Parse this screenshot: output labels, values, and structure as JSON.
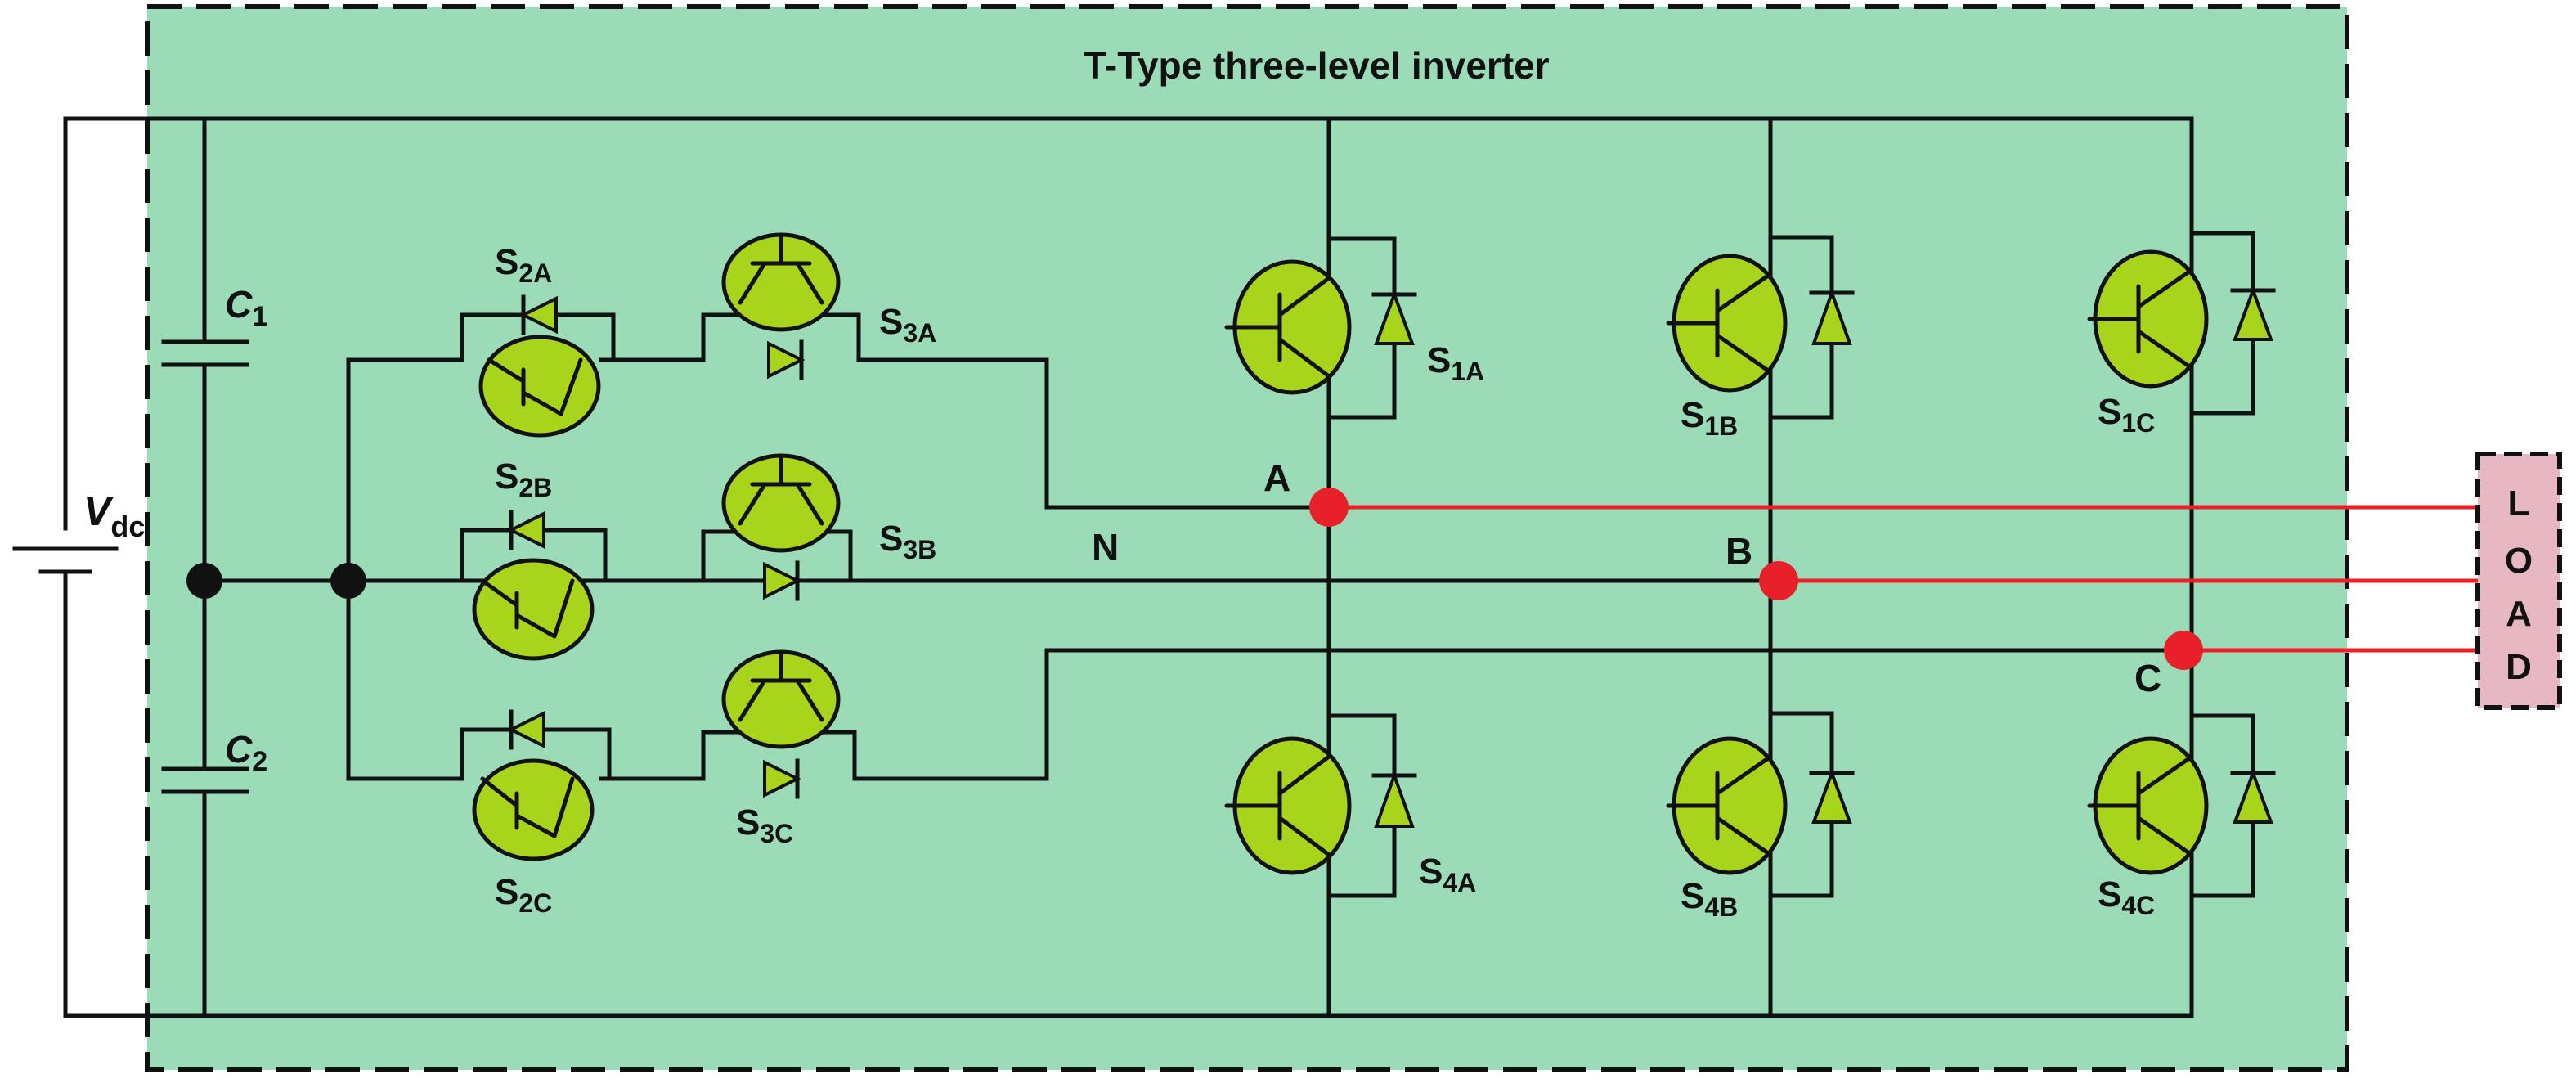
{
  "title": "T-Type three-level inverter",
  "source_label": {
    "main": "V",
    "sub": "dc"
  },
  "capacitors": [
    {
      "id": "C1",
      "main": "C",
      "sub": "1"
    },
    {
      "id": "C2",
      "main": "C",
      "sub": "2"
    }
  ],
  "neutral_label": "N",
  "phase_nodes": [
    "A",
    "B",
    "C"
  ],
  "load_letters": [
    "L",
    "O",
    "A",
    "D"
  ],
  "switches": {
    "S2A": {
      "main": "S",
      "sub": "2A"
    },
    "S2B": {
      "main": "S",
      "sub": "2B"
    },
    "S2C": {
      "main": "S",
      "sub": "2C"
    },
    "S3A": {
      "main": "S",
      "sub": "3A"
    },
    "S3B": {
      "main": "S",
      "sub": "3B"
    },
    "S3C": {
      "main": "S",
      "sub": "3C"
    },
    "S1A": {
      "main": "S",
      "sub": "1A"
    },
    "S1B": {
      "main": "S",
      "sub": "1B"
    },
    "S1C": {
      "main": "S",
      "sub": "1C"
    },
    "S4A": {
      "main": "S",
      "sub": "4A"
    },
    "S4B": {
      "main": "S",
      "sub": "4B"
    },
    "S4C": {
      "main": "S",
      "sub": "4C"
    }
  },
  "colors": {
    "box_fill": "#9bdbb8",
    "igbt_fill": "#a8d41c",
    "phase_wire": "#e8202a",
    "load_fill": "#e8b8c2",
    "wire": "#111111"
  }
}
